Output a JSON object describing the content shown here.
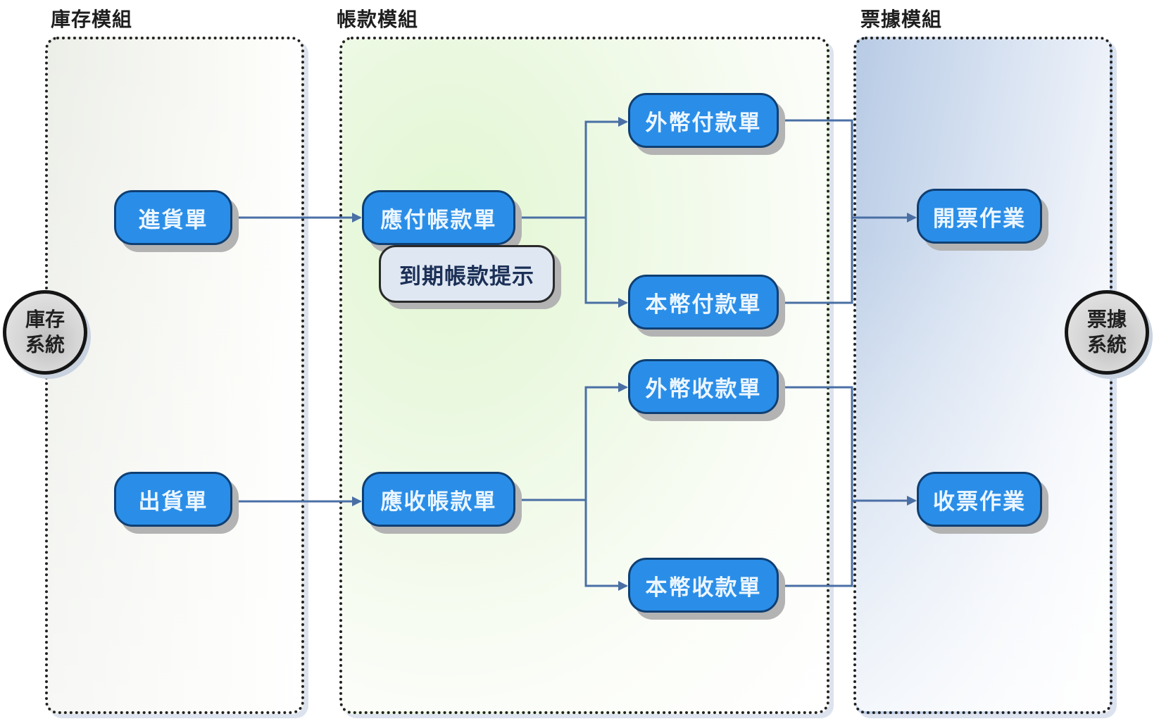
{
  "lanes": [
    {
      "id": "inventory-module",
      "title": "庫存模組"
    },
    {
      "id": "accounts-module",
      "title": "帳款模組"
    },
    {
      "id": "bills-module",
      "title": "票據模組"
    }
  ],
  "external_systems": {
    "inventory": "庫存系統",
    "bills": "票據系統"
  },
  "nodes": {
    "purchase_order": "進貨單",
    "shipping_order": "出貨單",
    "payable": "應付帳款單",
    "receivable": "應收帳款單",
    "due_reminder": "到期帳款提示",
    "foreign_payment": "外幣付款單",
    "local_payment": "本幣付款單",
    "foreign_receipt": "外幣收款單",
    "local_receipt": "本幣收款單",
    "issue_bill": "開票作業",
    "receive_bill": "收票作業"
  },
  "edges": [
    {
      "from": "進貨單",
      "to": "應付帳款單"
    },
    {
      "from": "出貨單",
      "to": "應收帳款單"
    },
    {
      "from": "應付帳款單",
      "to": "外幣付款單"
    },
    {
      "from": "應付帳款單",
      "to": "本幣付款單"
    },
    {
      "from": "應收帳款單",
      "to": "外幣收款單"
    },
    {
      "from": "應收帳款單",
      "to": "本幣收款單"
    },
    {
      "from": "外幣付款單",
      "to": "開票作業"
    },
    {
      "from": "本幣付款單",
      "to": "開票作業"
    },
    {
      "from": "外幣收款單",
      "to": "收票作業"
    },
    {
      "from": "本幣收款單",
      "to": "收票作業"
    }
  ],
  "colors": {
    "node_fill": "#2a8ee8",
    "node_border": "#0f3f73",
    "node_text": "#ecf6ff",
    "connector": "#4a6fa5",
    "note_fill": "#dfe7f2",
    "inventory_lane": "#eceee8",
    "accounts_lane": "#e2f7d2",
    "bills_lane": "#b8cbe5"
  }
}
